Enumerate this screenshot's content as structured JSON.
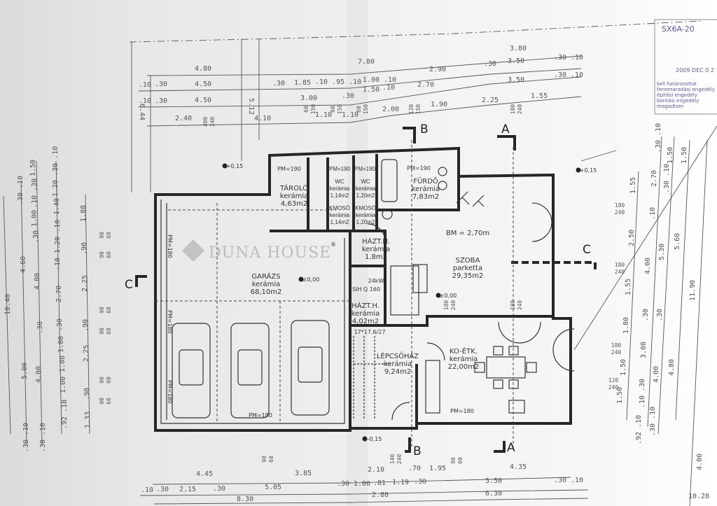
{
  "watermark": {
    "text": "DUNA HOUSE",
    "mark": "®"
  },
  "stamp": {
    "number": "SX6A-20",
    "date": "2009 DEC 0 2",
    "lines": [
      "kell határozattal",
      "fennmaradási engedély",
      "építési engedély",
      "bontási engedély",
      "megadtam"
    ]
  },
  "sections": {
    "top_b": "B",
    "top_a": "A",
    "left_c": "C",
    "right_c": "C",
    "bottom_b": "B",
    "bottom_a": "A"
  },
  "rooms": [
    {
      "name": "TÁROLÓ",
      "floor": "kerámia",
      "area": "4,63m2"
    },
    {
      "name": "WC",
      "floor": "kerámia",
      "area": "1,14m2"
    },
    {
      "name": "WC",
      "floor": "kerámia",
      "area": "1,20m2"
    },
    {
      "name": "KMOSÓ",
      "floor": "kerámia",
      "area": "1,14m2"
    },
    {
      "name": "KMOSÓ",
      "floor": "kerámia",
      "area": "1,20m2"
    },
    {
      "name": "FÜRDŐ",
      "floor": "kerámia",
      "area": "7,83m2"
    },
    {
      "name": "HÁZT.H.",
      "floor": "kerámia",
      "area": "1,8m2"
    },
    {
      "name": "SZOBA",
      "floor": "parketta",
      "area": "29,35m2"
    },
    {
      "name": "GARÁZS",
      "floor": "kerámia",
      "area": "68,10m2"
    },
    {
      "name": "HÁZT.H.",
      "floor": "kerámia",
      "area": "4,02m2"
    },
    {
      "name": "LÉPCSŐHÁZ",
      "floor": "kerámia",
      "area": "9,24m2"
    },
    {
      "name": "KO-ÉTK.",
      "floor": "kerámia",
      "area": "22,00m2"
    }
  ],
  "notes": {
    "ceiling_height": "BM = 2,70m",
    "boiler": "24kW",
    "boiler_model": "SIH Q 160",
    "stairs": "17*17,6/27"
  },
  "parapets": [
    "PM=190",
    "PM=190",
    "PM=190",
    "PM=190",
    "PM=180",
    "PM=180",
    "PM=180",
    "PM=180",
    "PM=180"
  ],
  "levels": [
    "+0,15",
    "+0,15",
    "±0,00",
    "±0,00",
    "-0,15"
  ],
  "dimensions": {
    "top": {
      "row1": [
        "4.80",
        "7.80",
        "3.80"
      ],
      "row2": [
        ".10",
        ".30",
        "4.50",
        ".30",
        "1.85",
        ".10 .95 .10",
        "1.00 .10",
        "2.90",
        ".30",
        "3.50",
        ".30 .10"
      ],
      "row3": [
        ".10",
        ".30",
        "4.50",
        "3.00",
        ".30",
        "1.50",
        ".10",
        "2.70",
        "3.50",
        ".30 .10"
      ],
      "row4": [
        "2.40",
        "4.10",
        "1.10",
        "1.10",
        "2.00",
        "1.90",
        "2.25",
        "1.55"
      ],
      "vertical": [
        "6.44",
        "5.12"
      ]
    },
    "bottom": {
      "row1": [
        "4.45",
        "3.85",
        "2.10",
        ".70",
        "1.95",
        "4.35"
      ],
      "row2": [
        ".10",
        ".30",
        "2.15",
        ".30",
        "5.05",
        ".30 1.00",
        ".81",
        "1.19",
        ".30",
        "5.50",
        ".30 .10"
      ],
      "row3": [
        "8.30",
        "2.80",
        "6.30"
      ]
    },
    "left": {
      "col1": [
        "10.40"
      ],
      "col2": [
        ".30 .10",
        "4.60",
        "5.00",
        ".30 .10"
      ],
      "col3": [
        "1.50",
        ".10 .30",
        "1.00",
        ".30",
        "4.00",
        ".30",
        "4.00",
        ".30 .10"
      ],
      "col4": [
        "1.20 .30 .10",
        "1.40",
        ".10 1.20 .10",
        "2.70",
        ".30",
        "1.00",
        "1.08",
        "1.00",
        ".92 .10"
      ],
      "col5": [
        "1.88",
        ".90",
        "2.25",
        ".90",
        "2.25",
        ".90",
        "1.33"
      ]
    },
    "right": {
      "col1": [
        "1.55",
        "2.50",
        "1.55",
        "1.80",
        "1.50",
        "1.50"
      ],
      "col2": [
        ".30 .10",
        "2.70",
        ".10",
        "4.00",
        ".30",
        "3.08",
        ".10 .30",
        ".92 .10"
      ],
      "col3": [
        "1.50",
        ".30 .10",
        "5.30",
        ".30",
        "4.00",
        ".30 .10"
      ],
      "col4": [
        "1.50",
        "5.60",
        "4.80"
      ],
      "col5": [
        "11.90"
      ],
      "far": [
        "4.00",
        "10.28"
      ]
    }
  },
  "openings": [
    {
      "top": "90",
      "bottom": "60"
    },
    {
      "top": "90",
      "bottom": "60"
    },
    {
      "top": "90",
      "bottom": "60"
    },
    {
      "top": "90",
      "bottom": "60"
    },
    {
      "top": "90",
      "bottom": "60"
    },
    {
      "top": "90",
      "bottom": "60"
    },
    {
      "top": "180",
      "bottom": "240"
    },
    {
      "top": "180",
      "bottom": "240"
    },
    {
      "top": "180",
      "bottom": "240"
    },
    {
      "top": "120",
      "bottom": "240"
    },
    {
      "top": "60",
      "bottom": "150"
    },
    {
      "top": "60",
      "bottom": "150"
    },
    {
      "top": "60",
      "bottom": "150"
    },
    {
      "top": "120",
      "bottom": "150"
    },
    {
      "top": "180",
      "bottom": "240"
    },
    {
      "top": "400",
      "bottom": "240"
    },
    {
      "top": "90",
      "bottom": "60"
    },
    {
      "top": "140",
      "bottom": "240"
    },
    {
      "top": "90",
      "bottom": "60"
    },
    {
      "top": "180",
      "bottom": "240"
    },
    {
      "top": "180",
      "bottom": "240"
    }
  ]
}
